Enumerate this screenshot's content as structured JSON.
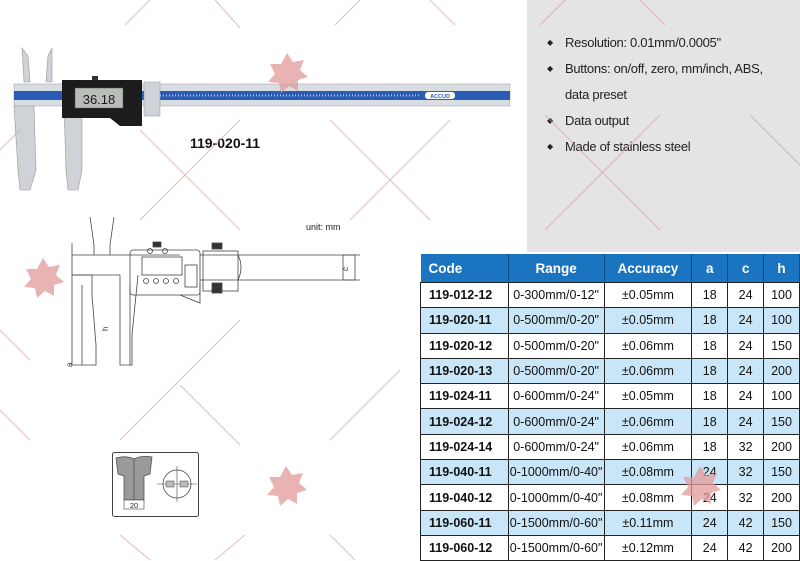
{
  "product": {
    "model_label": "119-020-11",
    "display_reading": "36.18",
    "brand": "ACCUD"
  },
  "specs": {
    "items": [
      "Resolution: 0.01mm/0.0005\"",
      "Buttons: on/off, zero, mm/inch,  ABS,",
      "data preset",
      "Data output",
      "Made of stainless steel"
    ]
  },
  "drawing": {
    "unit_label": "unit: mm",
    "dim_a": "a",
    "dim_h": "h",
    "dim_c": "c",
    "inset_dim": "20"
  },
  "table": {
    "headers": [
      "Code",
      "Range",
      "Accuracy",
      "a",
      "c",
      "h"
    ],
    "rows": [
      [
        "119-012-12",
        "0-300mm/0-12\"",
        "±0.05mm",
        "18",
        "24",
        "100"
      ],
      [
        "119-020-11",
        "0-500mm/0-20\"",
        "±0.05mm",
        "18",
        "24",
        "100"
      ],
      [
        "119-020-12",
        "0-500mm/0-20\"",
        "±0.06mm",
        "18",
        "24",
        "150"
      ],
      [
        "119-020-13",
        "0-500mm/0-20\"",
        "±0.06mm",
        "18",
        "24",
        "200"
      ],
      [
        "119-024-11",
        "0-600mm/0-24\"",
        "±0.05mm",
        "18",
        "24",
        "100"
      ],
      [
        "119-024-12",
        "0-600mm/0-24\"",
        "±0.06mm",
        "18",
        "24",
        "150"
      ],
      [
        "119-024-14",
        "0-600mm/0-24\"",
        "±0.06mm",
        "18",
        "32",
        "200"
      ],
      [
        "119-040-11",
        "0-1000mm/0-40\"",
        "±0.08mm",
        "24",
        "32",
        "150"
      ],
      [
        "119-040-12",
        "0-1000mm/0-40\"",
        "±0.08mm",
        "24",
        "32",
        "200"
      ],
      [
        "119-060-11",
        "0-1500mm/0-60\"",
        "±0.11mm",
        "24",
        "42",
        "150"
      ],
      [
        "119-060-12",
        "0-1500mm/0-60\"",
        "±0.12mm",
        "24",
        "42",
        "200"
      ]
    ]
  },
  "colors": {
    "header_blue": "#1a74c0",
    "row_alt": "#c8e6f8",
    "spec_panel": "#e4e4e4",
    "watermark": "#d9a0a0"
  }
}
